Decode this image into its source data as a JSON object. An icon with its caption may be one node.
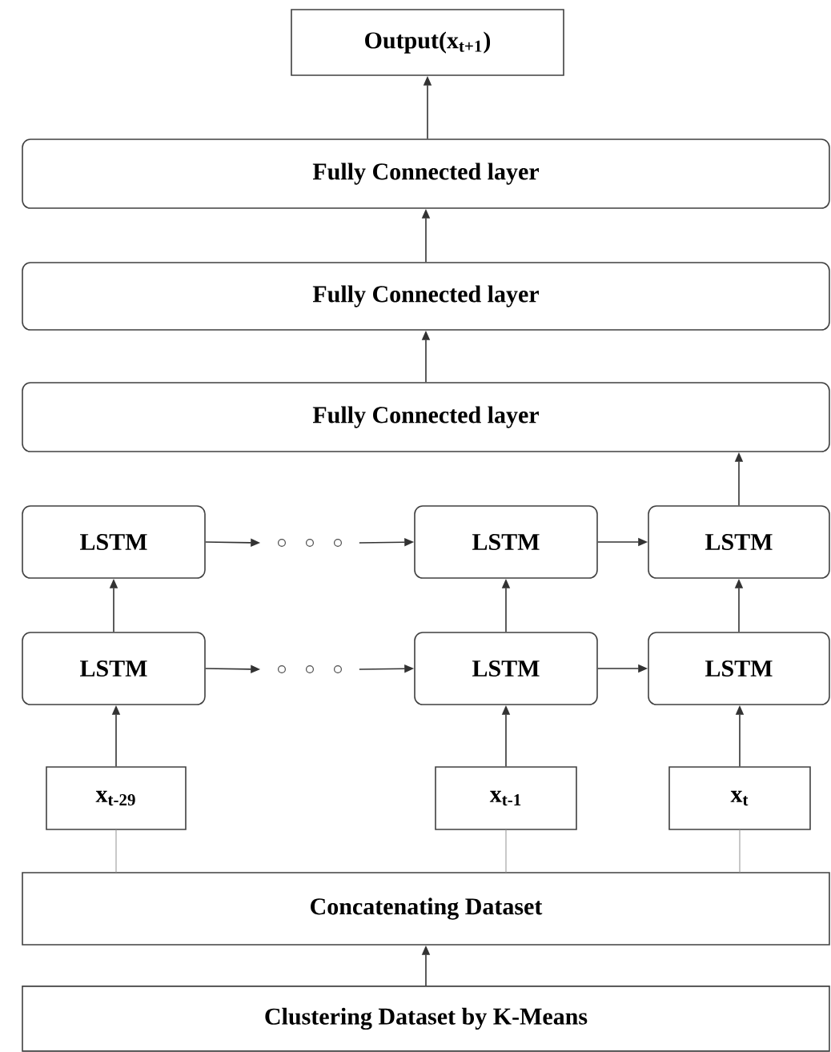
{
  "diagram": {
    "nodes": [
      {
        "text": [
          "Output(x$_{t+1}$)"
        ]
      },
      {
        "text": [
          "Fully Connected layer"
        ]
      },
      {
        "text": [
          "Fully Connected layer"
        ]
      },
      {
        "text": [
          "Fully Connected layer"
        ]
      },
      {
        "text": [
          "LSTM"
        ]
      },
      {
        "text": [],
        "shape": "dots"
      },
      {
        "text": [
          "LSTM"
        ]
      },
      {
        "text": [
          "LSTM"
        ]
      },
      {
        "text": [
          "LSTM"
        ]
      },
      {
        "text": [],
        "shape": "dots"
      },
      {
        "text": [
          "LSTM"
        ]
      },
      {
        "text": [
          "LSTM"
        ]
      },
      {
        "text": [
          "x$_{t-29}$"
        ]
      },
      {
        "text": [
          "x$_{t-1}$"
        ]
      },
      {
        "text": [
          "x$_{t}$"
        ]
      },
      {
        "text": [
          "Concatenating Dataset"
        ]
      },
      {
        "text": [
          "Clustering Dataset by K-Means"
        ]
      }
    ],
    "edges": [
      {
        "from": 1,
        "to": 0,
        "arrow": "to"
      },
      {
        "from": 2,
        "to": 1,
        "arrow": "to"
      },
      {
        "from": 3,
        "to": 2,
        "arrow": "to"
      },
      {
        "from": 7,
        "to": 3,
        "arrow": "to"
      },
      {
        "from": 4,
        "to": 5,
        "arrow": "to"
      },
      {
        "from": 5,
        "to": 6,
        "arrow": "to"
      },
      {
        "from": 6,
        "to": 7,
        "arrow": "to"
      },
      {
        "from": 8,
        "to": 4,
        "arrow": "to"
      },
      {
        "from": 10,
        "to": 6,
        "arrow": "to"
      },
      {
        "from": 11,
        "to": 7,
        "arrow": "to"
      },
      {
        "from": 8,
        "to": 9,
        "arrow": "to"
      },
      {
        "from": 9,
        "to": 10,
        "arrow": "to"
      },
      {
        "from": 10,
        "to": 11,
        "arrow": "to"
      },
      {
        "from": 12,
        "to": 8,
        "arrow": "to"
      },
      {
        "from": 13,
        "to": 10,
        "arrow": "to"
      },
      {
        "from": 14,
        "to": 11,
        "arrow": "to"
      },
      {
        "from": 15,
        "to": 12,
        "arrow": "none",
        "color": "#bbbbbb"
      },
      {
        "from": 15,
        "to": 13,
        "arrow": "none",
        "color": "#bbbbbb"
      },
      {
        "from": 15,
        "to": 14,
        "arrow": "none",
        "color": "#bbbbbb"
      },
      {
        "from": 16,
        "to": 15,
        "arrow": "to"
      }
    ]
  }
}
